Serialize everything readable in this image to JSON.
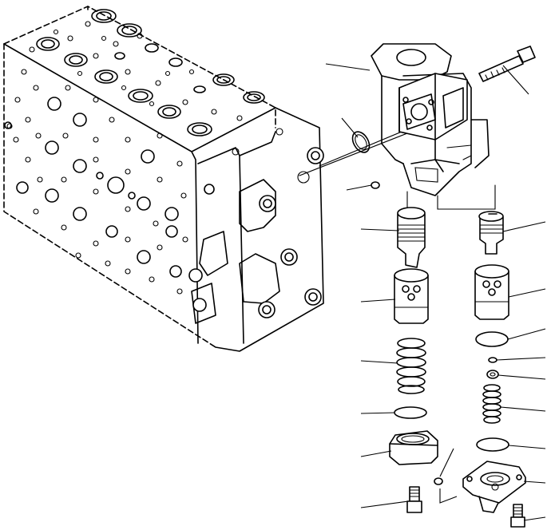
{
  "diagram": {
    "kind": "exploded-parts-view",
    "colors": {
      "line": "#000000",
      "background": "#ffffff"
    },
    "parts": [
      {
        "id": "valve-block"
      },
      {
        "id": "valve-case"
      },
      {
        "id": "mounting-bolt-long"
      },
      {
        "id": "o-ring-large-upper"
      },
      {
        "id": "o-ring-small-upper"
      },
      {
        "id": "spool-left"
      },
      {
        "id": "spool-right"
      },
      {
        "id": "sleeve-left"
      },
      {
        "id": "sleeve-right"
      },
      {
        "id": "spring-left"
      },
      {
        "id": "spring-right"
      },
      {
        "id": "o-ring-left-lower"
      },
      {
        "id": "o-ring-right-upper"
      },
      {
        "id": "o-ring-right-small-1"
      },
      {
        "id": "o-ring-right-small-2"
      },
      {
        "id": "o-ring-right-lower"
      },
      {
        "id": "cover-left"
      },
      {
        "id": "cover-right"
      },
      {
        "id": "bolt-left"
      },
      {
        "id": "bolt-right"
      },
      {
        "id": "o-ring-center-small"
      }
    ]
  }
}
